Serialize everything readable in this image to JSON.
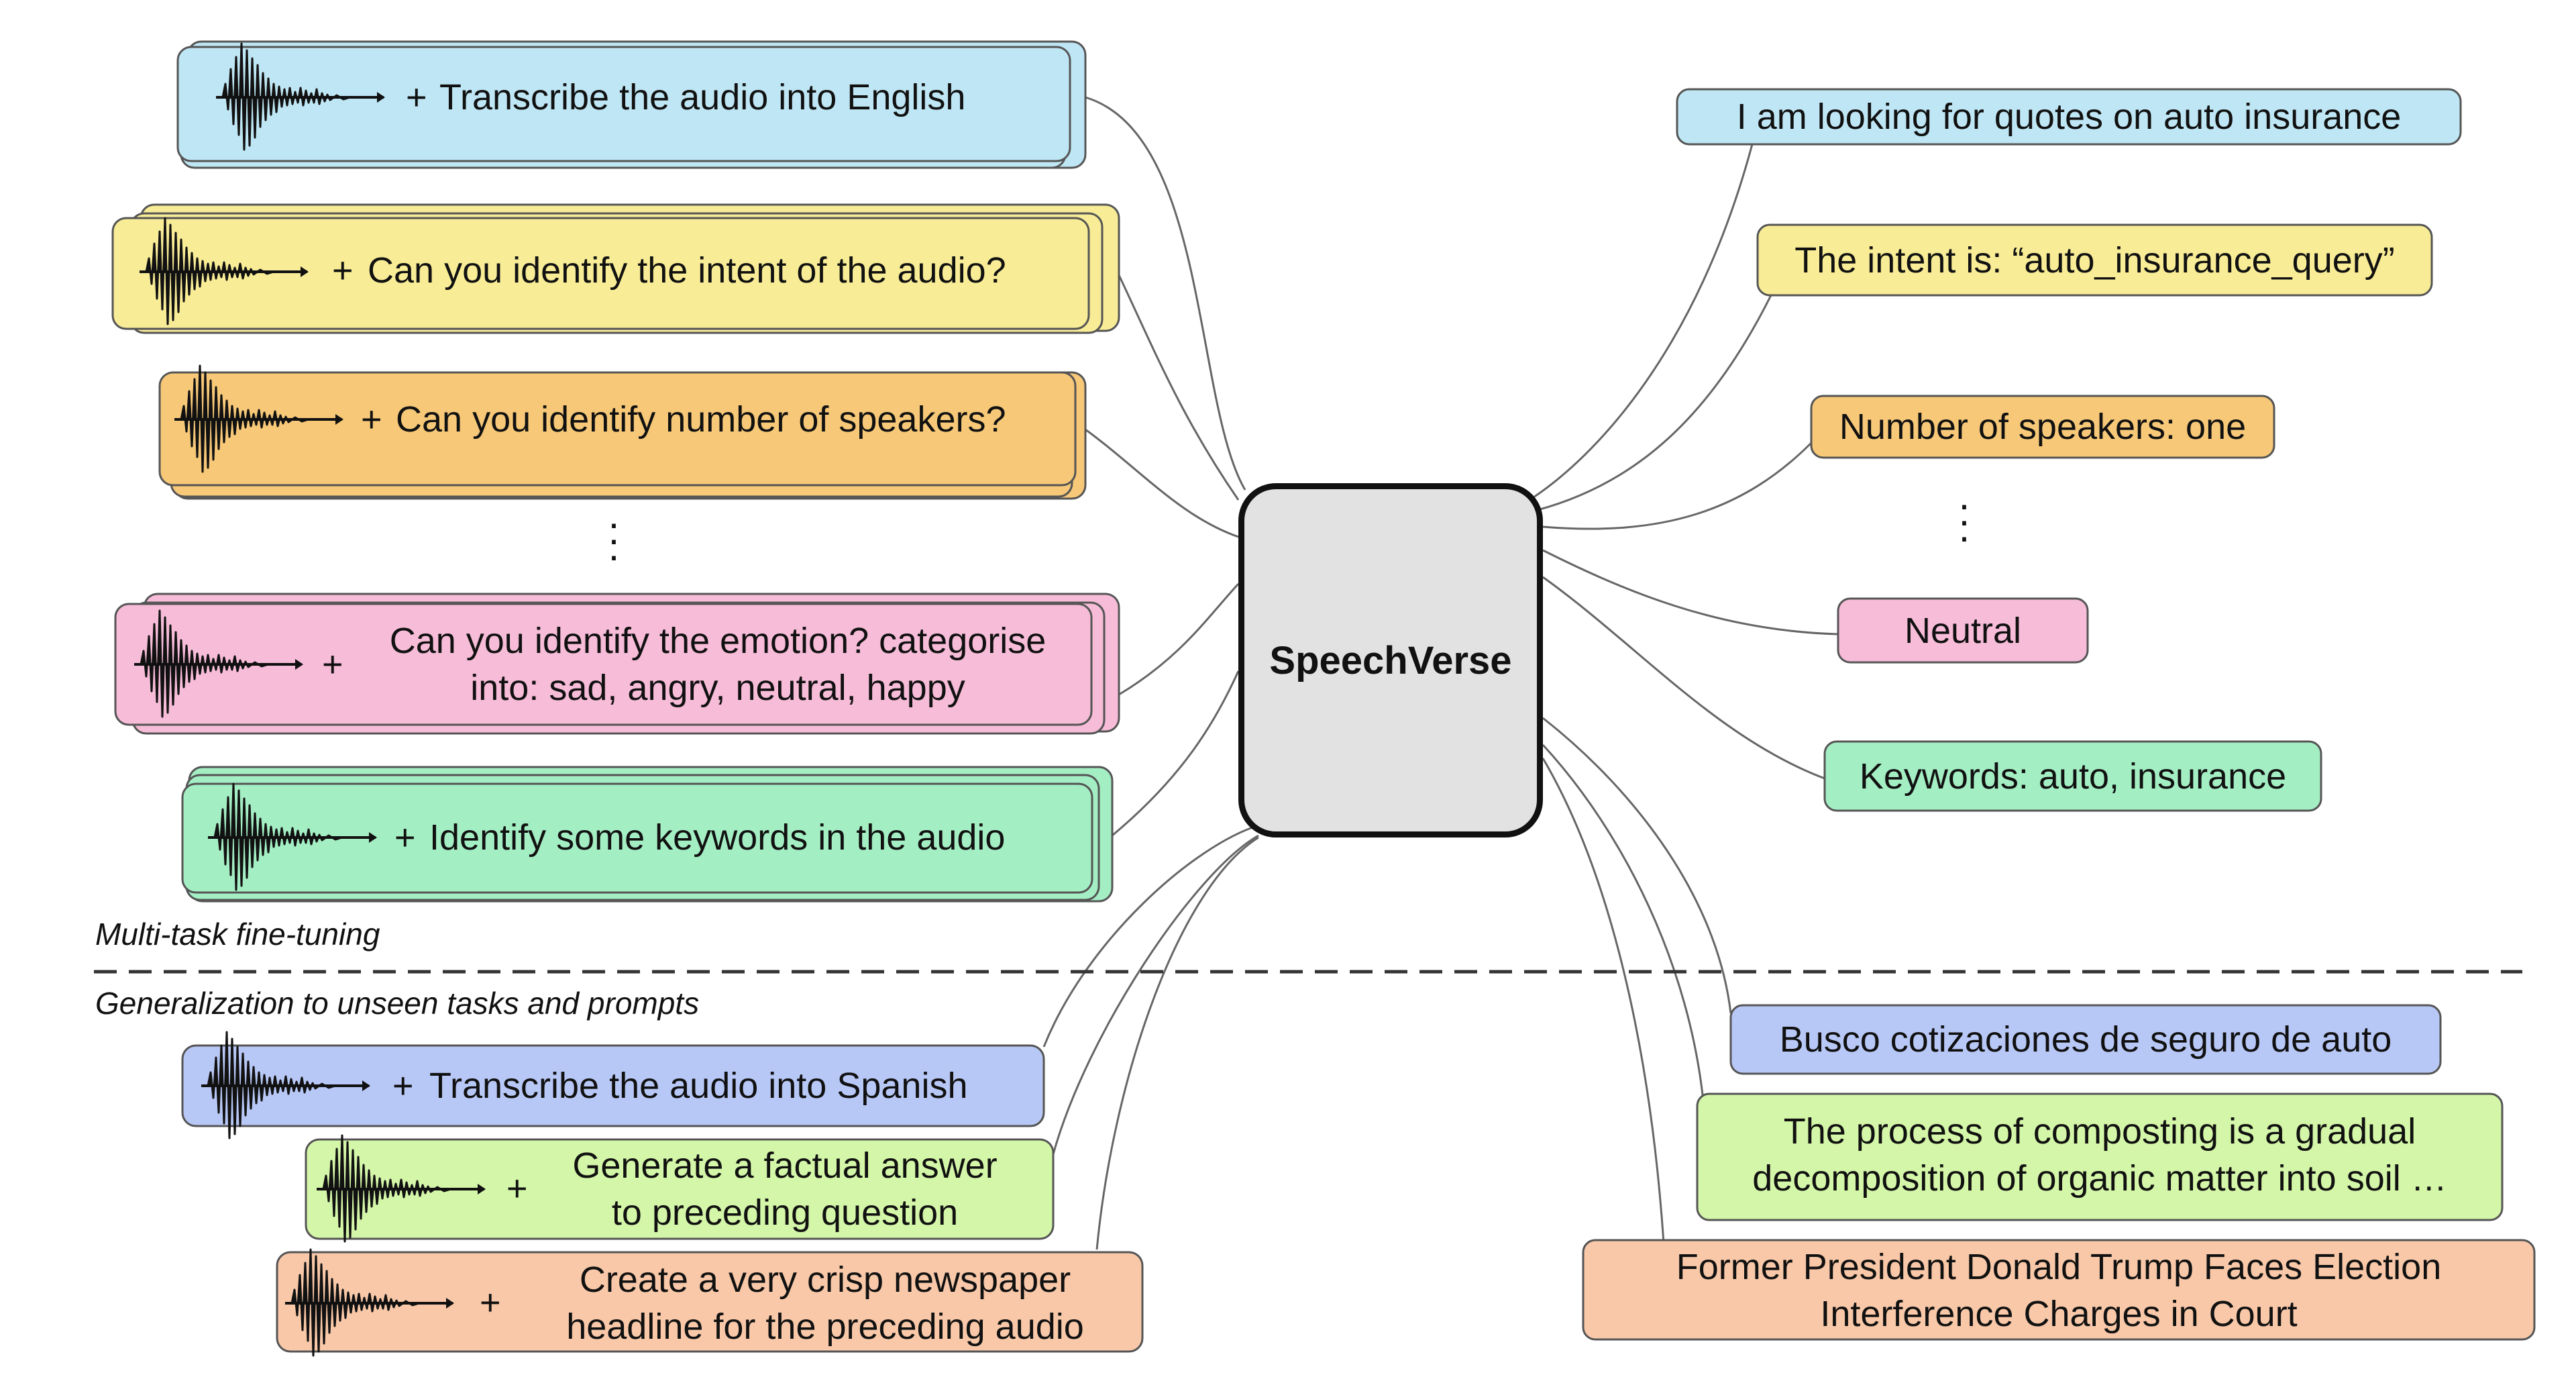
{
  "center_label": "SpeechVerse",
  "section_labels": {
    "training": "Multi-task fine-tuning",
    "generalization": "Generalization to unseen tasks and prompts"
  },
  "colors": {
    "blue": "#bfe6f4",
    "yellow": "#f8ec96",
    "orange": "#f6c878",
    "pink": "#f6bcd8",
    "green": "#a4eec4",
    "periwinkle": "#b8c8f6",
    "lime": "#d4f6a8",
    "salmon": "#f8c8a8",
    "center_fill": "#e2e2e2"
  },
  "input_prompts": {
    "transcribe_english": {
      "prefix": "+",
      "text": "Transcribe the audio into English"
    },
    "intent": {
      "prefix": "+",
      "text": "Can you identify the intent of the audio?"
    },
    "num_speakers": {
      "prefix": "+",
      "text": "Can you identify number of speakers?"
    },
    "emotion": {
      "prefix": "+",
      "line1": "Can you identify the emotion? categorise",
      "line2": "into: sad, angry, neutral, happy"
    },
    "keywords": {
      "prefix": "+",
      "text": "Identify some keywords in the audio"
    },
    "transcribe_spanish": {
      "prefix": "+",
      "text": "Transcribe the audio into Spanish"
    },
    "factual_answer": {
      "prefix": "+",
      "line1": "Generate a factual answer",
      "line2": "to preceding question"
    },
    "headline": {
      "prefix": "+",
      "line1": "Create a very crisp newspaper",
      "line2": "headline for the preceding audio"
    }
  },
  "outputs": {
    "transcript_english": "I am looking for quotes on auto insurance",
    "intent": "The intent is: “auto_insurance_query”",
    "num_speakers": "Number of speakers: one",
    "emotion": "Neutral",
    "keywords": "Keywords: auto, insurance",
    "transcript_spanish": "Busco cotizaciones de seguro de auto",
    "factual_answer_line1": "The process of composting is a gradual",
    "factual_answer_line2": "decomposition of organic matter into soil …",
    "headline_line1": "Former President Donald Trump Faces Election",
    "headline_line2": "Interference Charges in Court"
  },
  "icons": {
    "waveform": "audio-waveform-icon"
  }
}
